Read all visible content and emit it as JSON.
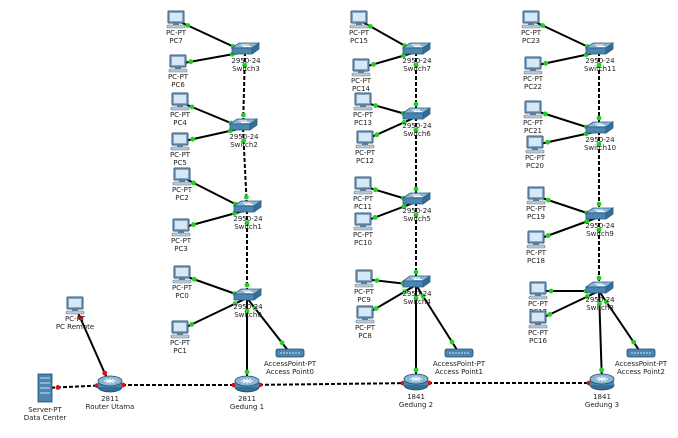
{
  "devices": [
    {
      "id": "pc7",
      "type": "pc",
      "model": "PC-PT",
      "label": "PC7"
    },
    {
      "id": "pc6",
      "type": "pc",
      "model": "PC-PT",
      "label": "PC6"
    },
    {
      "id": "sw3",
      "type": "switch",
      "model": "2950-24",
      "label": "Switch3"
    },
    {
      "id": "pc4",
      "type": "pc",
      "model": "PC-PT",
      "label": "PC4"
    },
    {
      "id": "pc5",
      "type": "pc",
      "model": "PC-PT",
      "label": "PC5"
    },
    {
      "id": "sw2",
      "type": "switch",
      "model": "2950-24",
      "label": "Switch2"
    },
    {
      "id": "pc2",
      "type": "pc",
      "model": "PC-PT",
      "label": "PC2"
    },
    {
      "id": "pc3",
      "type": "pc",
      "model": "PC-PT",
      "label": "PC3"
    },
    {
      "id": "sw1",
      "type": "switch",
      "model": "2950-24",
      "label": "Switch1"
    },
    {
      "id": "pc0",
      "type": "pc",
      "model": "PC-PT",
      "label": "PC0"
    },
    {
      "id": "pc1",
      "type": "pc",
      "model": "PC-PT",
      "label": "PC1"
    },
    {
      "id": "sw0",
      "type": "switch",
      "model": "2950-24",
      "label": "Switch0"
    },
    {
      "id": "ap0",
      "type": "ap",
      "model": "AccessPoint-PT",
      "label": "Access Point0"
    },
    {
      "id": "r1",
      "type": "router",
      "model": "2811",
      "label": "Gedung 1"
    },
    {
      "id": "pcr",
      "type": "pc",
      "model": "PC-PT",
      "label": "PC Remote"
    },
    {
      "id": "srv",
      "type": "server",
      "model": "Server-PT",
      "label": "Data Center"
    },
    {
      "id": "r0",
      "type": "router",
      "model": "2811",
      "label": "Router Utama"
    },
    {
      "id": "pc15",
      "type": "pc",
      "model": "PC-PT",
      "label": "PC15"
    },
    {
      "id": "pc14",
      "type": "pc",
      "model": "PC-PT",
      "label": "PC14"
    },
    {
      "id": "sw7",
      "type": "switch",
      "model": "2950-24",
      "label": "Switch7"
    },
    {
      "id": "pc13",
      "type": "pc",
      "model": "PC-PT",
      "label": "PC13"
    },
    {
      "id": "pc12",
      "type": "pc",
      "model": "PC-PT",
      "label": "PC12"
    },
    {
      "id": "sw6",
      "type": "switch",
      "model": "2950-24",
      "label": "Switch6"
    },
    {
      "id": "pc11",
      "type": "pc",
      "model": "PC-PT",
      "label": "PC11"
    },
    {
      "id": "pc10",
      "type": "pc",
      "model": "PC-PT",
      "label": "PC10"
    },
    {
      "id": "sw5",
      "type": "switch",
      "model": "2950-24",
      "label": "Switch5"
    },
    {
      "id": "pc9",
      "type": "pc",
      "model": "PC-PT",
      "label": "PC9"
    },
    {
      "id": "pc8",
      "type": "pc",
      "model": "PC-PT",
      "label": "PC8"
    },
    {
      "id": "sw4",
      "type": "switch",
      "model": "2950-24",
      "label": "Switch4"
    },
    {
      "id": "ap1",
      "type": "ap",
      "model": "AccessPoint-PT",
      "label": "Access Point1"
    },
    {
      "id": "r2",
      "type": "router",
      "model": "1841",
      "label": "Gedung 2"
    },
    {
      "id": "pc23",
      "type": "pc",
      "model": "PC-PT",
      "label": "PC23"
    },
    {
      "id": "pc22",
      "type": "pc",
      "model": "PC-PT",
      "label": "PC22"
    },
    {
      "id": "sw11",
      "type": "switch",
      "model": "2950-24",
      "label": "Switch11"
    },
    {
      "id": "pc21",
      "type": "pc",
      "model": "PC-PT",
      "label": "PC21"
    },
    {
      "id": "pc20",
      "type": "pc",
      "model": "PC-PT",
      "label": "PC20"
    },
    {
      "id": "sw10",
      "type": "switch",
      "model": "2950-24",
      "label": "Switch10"
    },
    {
      "id": "pc19",
      "type": "pc",
      "model": "PC-PT",
      "label": "PC19"
    },
    {
      "id": "pc18",
      "type": "pc",
      "model": "PC-PT",
      "label": "PC18"
    },
    {
      "id": "sw9",
      "type": "switch",
      "model": "2950-24",
      "label": "Switch9"
    },
    {
      "id": "pc17",
      "type": "pc",
      "model": "PC-PT",
      "label": "PC17"
    },
    {
      "id": "pc16",
      "type": "pc",
      "model": "PC-PT",
      "label": "PC16"
    },
    {
      "id": "sw8",
      "type": "switch",
      "model": "2950-24",
      "label": "Switch8"
    },
    {
      "id": "ap2",
      "type": "ap",
      "model": "AccessPoint-PT",
      "label": "Access Point2"
    },
    {
      "id": "r3",
      "type": "router",
      "model": "1841",
      "label": "Gedung 3"
    }
  ],
  "links": [
    {
      "a": "pc7",
      "b": "sw3",
      "style": "solid"
    },
    {
      "a": "pc6",
      "b": "sw3",
      "style": "solid"
    },
    {
      "a": "pc4",
      "b": "sw2",
      "style": "solid"
    },
    {
      "a": "pc5",
      "b": "sw2",
      "style": "solid"
    },
    {
      "a": "sw3",
      "b": "sw2",
      "style": "dashed"
    },
    {
      "a": "pc2",
      "b": "sw1",
      "style": "solid"
    },
    {
      "a": "pc3",
      "b": "sw1",
      "style": "solid"
    },
    {
      "a": "sw2",
      "b": "sw1",
      "style": "dashed"
    },
    {
      "a": "pc0",
      "b": "sw0",
      "style": "solid"
    },
    {
      "a": "pc1",
      "b": "sw0",
      "style": "solid"
    },
    {
      "a": "sw1",
      "b": "sw0",
      "style": "dashed"
    },
    {
      "a": "sw0",
      "b": "ap0",
      "style": "solid"
    },
    {
      "a": "sw0",
      "b": "r1",
      "style": "solid"
    },
    {
      "a": "pc15",
      "b": "sw7",
      "style": "solid"
    },
    {
      "a": "pc14",
      "b": "sw7",
      "style": "solid"
    },
    {
      "a": "pc13",
      "b": "sw6",
      "style": "solid"
    },
    {
      "a": "pc12",
      "b": "sw6",
      "style": "solid"
    },
    {
      "a": "sw7",
      "b": "sw6",
      "style": "dashed"
    },
    {
      "a": "pc11",
      "b": "sw5",
      "style": "solid"
    },
    {
      "a": "pc10",
      "b": "sw5",
      "style": "solid"
    },
    {
      "a": "sw6",
      "b": "sw5",
      "style": "dashed"
    },
    {
      "a": "pc9",
      "b": "sw4",
      "style": "solid"
    },
    {
      "a": "pc8",
      "b": "sw4",
      "style": "solid"
    },
    {
      "a": "sw5",
      "b": "sw4",
      "style": "dashed"
    },
    {
      "a": "sw4",
      "b": "ap1",
      "style": "solid"
    },
    {
      "a": "sw4",
      "b": "r2",
      "style": "solid"
    },
    {
      "a": "pc23",
      "b": "sw11",
      "style": "solid"
    },
    {
      "a": "pc22",
      "b": "sw11",
      "style": "solid"
    },
    {
      "a": "pc21",
      "b": "sw10",
      "style": "solid"
    },
    {
      "a": "pc20",
      "b": "sw10",
      "style": "solid"
    },
    {
      "a": "sw11",
      "b": "sw10",
      "style": "dashed"
    },
    {
      "a": "pc19",
      "b": "sw9",
      "style": "solid"
    },
    {
      "a": "pc18",
      "b": "sw9",
      "style": "solid"
    },
    {
      "a": "sw10",
      "b": "sw9",
      "style": "dashed"
    },
    {
      "a": "pc17",
      "b": "sw8",
      "style": "solid"
    },
    {
      "a": "pc16",
      "b": "sw8",
      "style": "solid"
    },
    {
      "a": "sw9",
      "b": "sw8",
      "style": "dashed"
    },
    {
      "a": "sw8",
      "b": "ap2",
      "style": "solid"
    },
    {
      "a": "sw8",
      "b": "r3",
      "style": "solid"
    },
    {
      "a": "srv",
      "b": "r0",
      "style": "dashed"
    },
    {
      "a": "pcr",
      "b": "r0",
      "style": "solid"
    },
    {
      "a": "r0",
      "b": "r1",
      "style": "dashed"
    },
    {
      "a": "r1",
      "b": "r2",
      "style": "dashed"
    },
    {
      "a": "r2",
      "b": "r3",
      "style": "dashed"
    }
  ],
  "colors": {
    "link_up": "#1fd11f",
    "link_down": "#e01010",
    "link": "#000000",
    "background": "#ffffff",
    "device": "#4a86b0"
  }
}
